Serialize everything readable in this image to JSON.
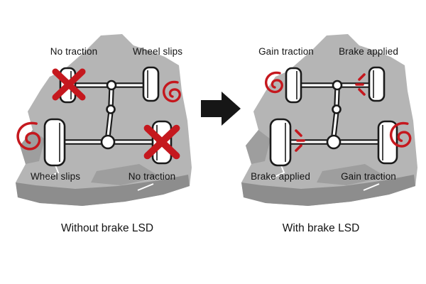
{
  "panels": {
    "left": {
      "caption": "Without brake LSD",
      "labels": {
        "top_left": "No traction",
        "top_right": "Wheel slips",
        "bottom_left": "Wheel slips",
        "bottom_right": "No traction"
      }
    },
    "right": {
      "caption": "With brake LSD",
      "labels": {
        "top_left": "Gain traction",
        "top_right": "Brake applied",
        "bottom_left": "Brake applied",
        "bottom_right": "Gain traction"
      }
    }
  },
  "icons": {
    "cross": "no-traction-cross-icon",
    "spiral": "wheel-spin-icon",
    "burst": "brake-burst-icon",
    "arrow": "right-arrow-icon"
  },
  "colors": {
    "red": "#c5181e",
    "terrain": "#b5b5b5",
    "terrain_mid": "#9e9e9e",
    "terrain_shadow": "#8d8d8d",
    "outline": "#1a1a1a",
    "crack": "#ffffff",
    "arrow": "#161616"
  }
}
